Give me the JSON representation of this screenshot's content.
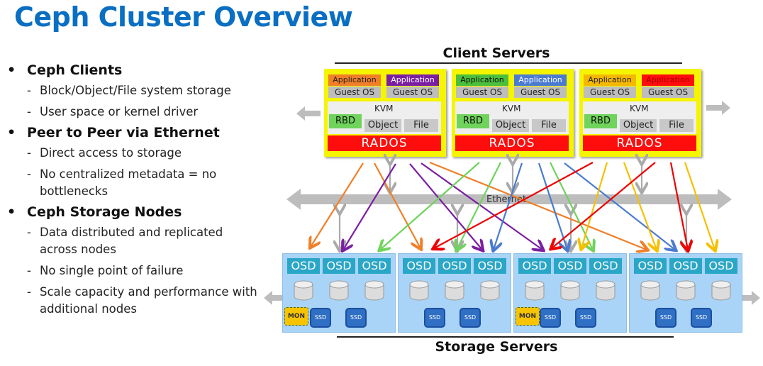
{
  "title": "Ceph Cluster Overview",
  "bullets": [
    {
      "heading": "Ceph Clients",
      "items": [
        "Block/Object/File system storage",
        "User space or kernel driver"
      ]
    },
    {
      "heading": "Peer to Peer via Ethernet",
      "items": [
        "Direct access to storage",
        "No centralized metadata = no bottlenecks"
      ]
    },
    {
      "heading": "Ceph Storage Nodes",
      "items": [
        "Data distributed and replicated across nodes",
        "No single point of failure",
        "Scale capacity and performance with additional nodes"
      ]
    }
  ],
  "diagram": {
    "client_section_label": "Client Servers",
    "storage_section_label": "Storage Servers",
    "network_label": "Ethernet",
    "clients": [
      {
        "apps": [
          {
            "label": "Application",
            "color": "#f07f28",
            "text_color": "#222"
          },
          {
            "label": "Application",
            "color": "#7b1fa2",
            "text_color": "#fff"
          }
        ],
        "guest_os": "Guest OS",
        "kvm": "KVM",
        "rbd": "RBD",
        "object": "Object",
        "file": "File",
        "rados": "RADOS"
      },
      {
        "apps": [
          {
            "label": "Application",
            "color": "#4cbf3c",
            "text_color": "#111"
          },
          {
            "label": "Application",
            "color": "#4a7bd0",
            "text_color": "#fff"
          }
        ],
        "guest_os": "Guest OS",
        "kvm": "KVM",
        "rbd": "RBD",
        "object": "Object",
        "file": "File",
        "rados": "RADOS"
      },
      {
        "apps": [
          {
            "label": "Application",
            "color": "#f5b800",
            "text_color": "#222"
          },
          {
            "label": "Application",
            "color": "#ff0d0d",
            "text_color": "#a00"
          }
        ],
        "guest_os": "Guest OS",
        "kvm": "KVM",
        "rbd": "RBD",
        "object": "Object",
        "file": "File",
        "rados": "RADOS"
      }
    ],
    "storage_nodes": [
      {
        "osd": [
          "OSD",
          "OSD",
          "OSD"
        ],
        "has_mon": true,
        "mon": "MON",
        "ssd": [
          "SSD",
          "SSD"
        ]
      },
      {
        "osd": [
          "OSD",
          "OSD",
          "OSD"
        ],
        "has_mon": false,
        "ssd": [
          "SSD",
          "SSD"
        ]
      },
      {
        "osd": [
          "OSD",
          "OSD",
          "OSD"
        ],
        "has_mon": true,
        "mon": "MON",
        "ssd": [
          "SSD",
          "SSD"
        ]
      },
      {
        "osd": [
          "OSD",
          "OSD",
          "OSD"
        ],
        "has_mon": false,
        "ssd": [
          "SSD",
          "SSD"
        ]
      }
    ]
  }
}
